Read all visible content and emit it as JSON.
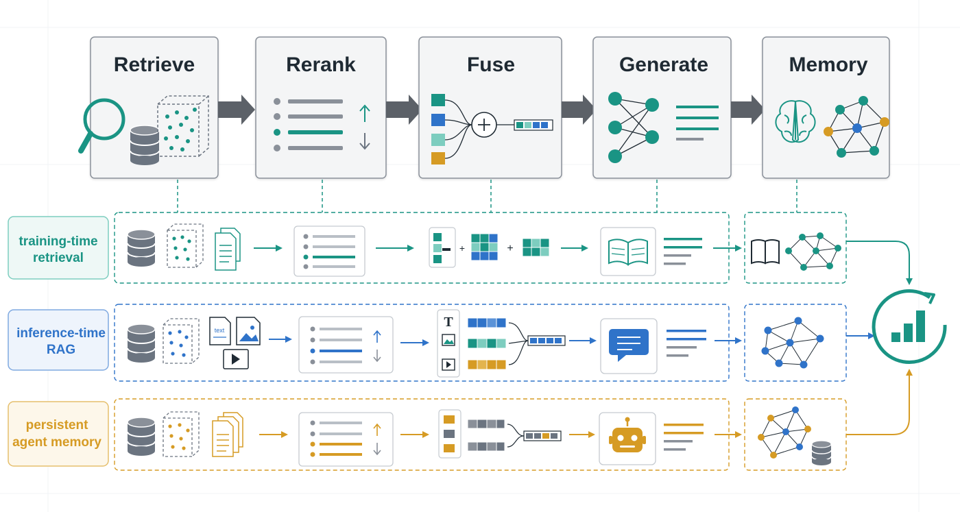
{
  "stages": [
    {
      "id": "retrieve",
      "title": "Retrieve"
    },
    {
      "id": "rerank",
      "title": "Rerank"
    },
    {
      "id": "fuse",
      "title": "Fuse"
    },
    {
      "id": "generate",
      "title": "Generate"
    },
    {
      "id": "memory",
      "title": "Memory"
    }
  ],
  "rows": [
    {
      "id": "training",
      "label_line1": "training-time",
      "label_line2": "retrieval",
      "color": "#1a9484",
      "fill": "#eef8f6"
    },
    {
      "id": "inference",
      "label_line1": "inference-time",
      "label_line2": "RAG",
      "color": "#2f73c9",
      "fill": "#eef4fc"
    },
    {
      "id": "agent",
      "label_line1": "persistent",
      "label_line2": "agent memory",
      "color": "#d69b24",
      "fill": "#fdf7ea"
    }
  ],
  "fuse_icons": {
    "text_glyph": "T",
    "doc_text": "text"
  },
  "colors": {
    "teal": "#1a9484",
    "blue": "#2f73c9",
    "gold": "#d69b24",
    "gray": "#6b7480",
    "arrow_dark": "#5c6168",
    "border": "#8a9099"
  }
}
